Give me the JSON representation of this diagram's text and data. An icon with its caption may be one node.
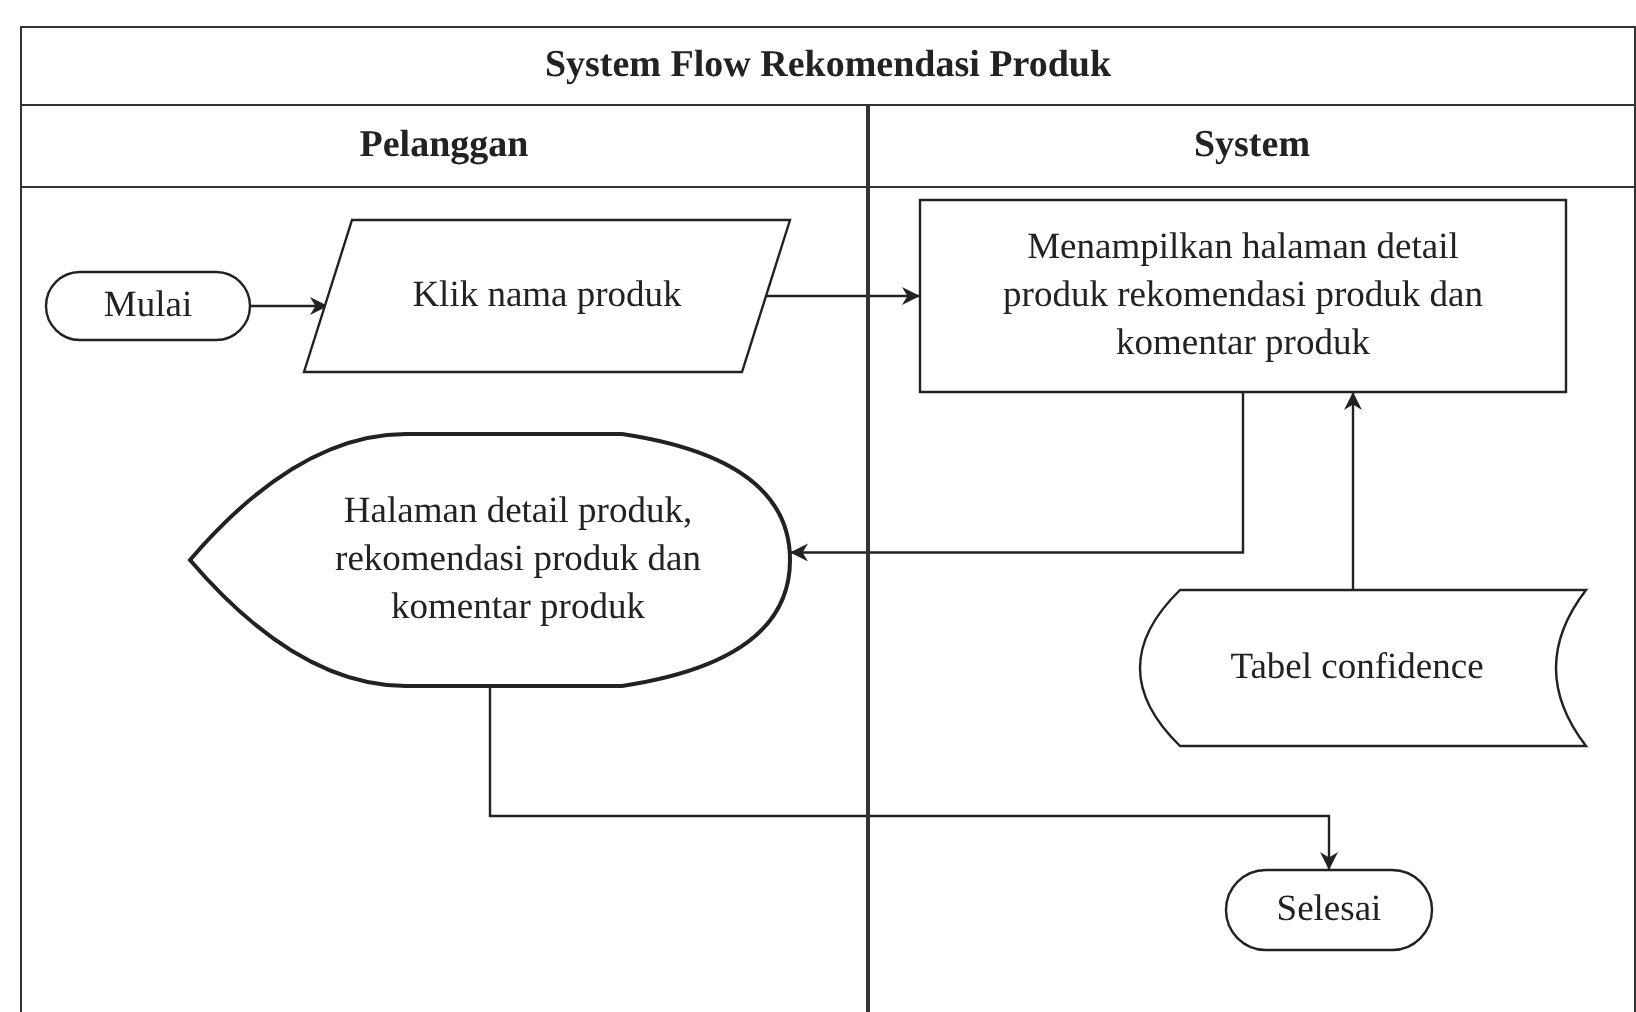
{
  "diagram": {
    "title": "System Flow Rekomendasi Produk",
    "nodes": [
      {
        "text": [
          "Pelanggan"
        ]
      },
      {
        "text": [
          "System"
        ]
      },
      {
        "text": [
          "Mulai"
        ],
        "in": 0
      },
      {
        "text": [
          "Klik nama produk"
        ],
        "in": 0
      },
      {
        "text": [
          "Menampilkan halaman detail produk rekomendasi produk dan komentar produk"
        ],
        "in": 1
      },
      {
        "text": [
          "Halaman detail produk, rekomendasi produk dan komentar produk"
        ],
        "in": 0
      },
      {
        "text": [
          "Tabel confidence"
        ],
        "in": 1
      },
      {
        "text": [
          "Selesai"
        ],
        "in": 1
      }
    ],
    "edges": [
      {
        "from": 2,
        "to": 3,
        "arrow": "to"
      },
      {
        "from": 3,
        "to": 4,
        "arrow": "to"
      },
      {
        "from": 4,
        "to": 5,
        "arrow": "to"
      },
      {
        "from": 6,
        "to": 4,
        "arrow": "to"
      },
      {
        "from": 5,
        "to": 7,
        "arrow": "to"
      }
    ]
  }
}
